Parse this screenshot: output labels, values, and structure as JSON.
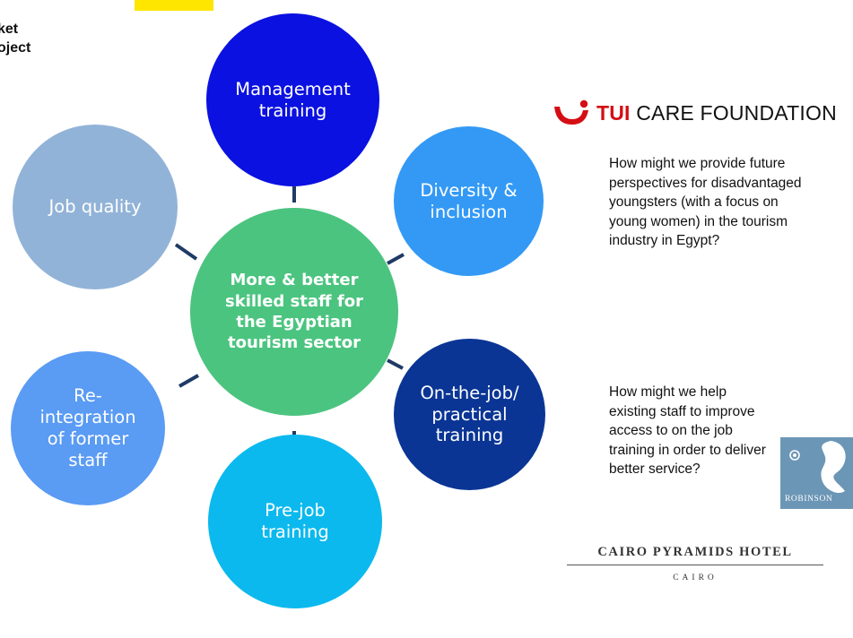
{
  "corner_text": "ket\noject",
  "center_node": {
    "label": "More & better\nskilled staff for\nthe Egyptian\ntourism sector",
    "color": "#4bc47f"
  },
  "nodes": [
    {
      "id": "management-training",
      "label": "Management\ntraining",
      "color": "#0b11e0"
    },
    {
      "id": "diversity-inclusion",
      "label": "Diversity &\ninclusion",
      "color": "#3399f5"
    },
    {
      "id": "on-the-job-training",
      "label": "On-the-job/\npractical\ntraining",
      "color": "#0a3595"
    },
    {
      "id": "pre-job-training",
      "label": "Pre-job\ntraining",
      "color": "#0bb9ee"
    },
    {
      "id": "re-integration",
      "label": "Re-\nintegration\nof former\nstaff",
      "color": "#5a9bf3"
    },
    {
      "id": "job-quality",
      "label": "Job quality",
      "color": "#92b3d8"
    }
  ],
  "connector_color": "#1f3a66",
  "tui_logo": {
    "brand": "TUI",
    "name": " CARE FOUNDATION",
    "color": "#d40e14"
  },
  "question_1": "How might we provide future perspectives for disadvantaged youngsters (with a focus on young women) in the tourism industry in Egypt?",
  "question_2": "How might we help existing staff to improve access to on the job training in order to deliver better service?",
  "robinson_logo": {
    "name": "ROBINSON",
    "color": "#6c96b6"
  },
  "cairo_logo": {
    "name": "CAIRO PYRAMIDS HOTEL",
    "city": "CAIRO"
  }
}
